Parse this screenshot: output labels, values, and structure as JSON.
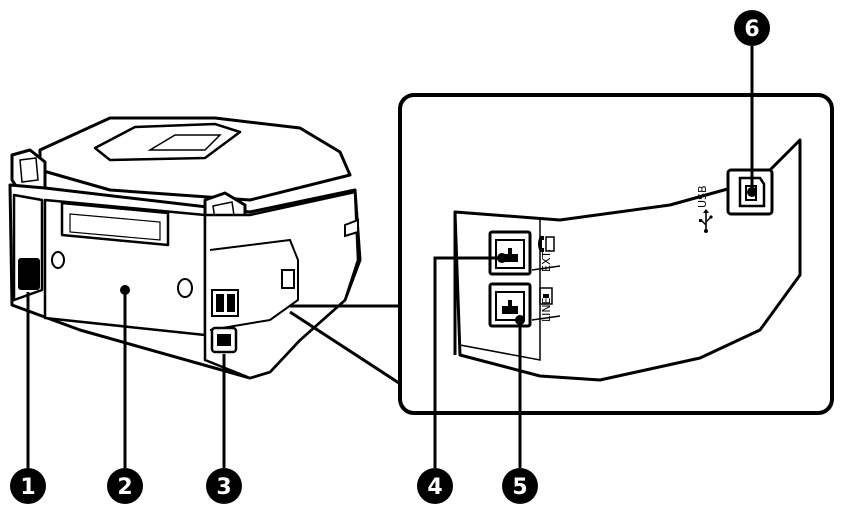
{
  "ports": {
    "ext_label": "EXT.",
    "line_label": "LINE",
    "usb_label": "USB"
  },
  "callouts": [
    {
      "number": "1"
    },
    {
      "number": "2"
    },
    {
      "number": "3"
    },
    {
      "number": "4"
    },
    {
      "number": "5"
    },
    {
      "number": "6"
    }
  ]
}
